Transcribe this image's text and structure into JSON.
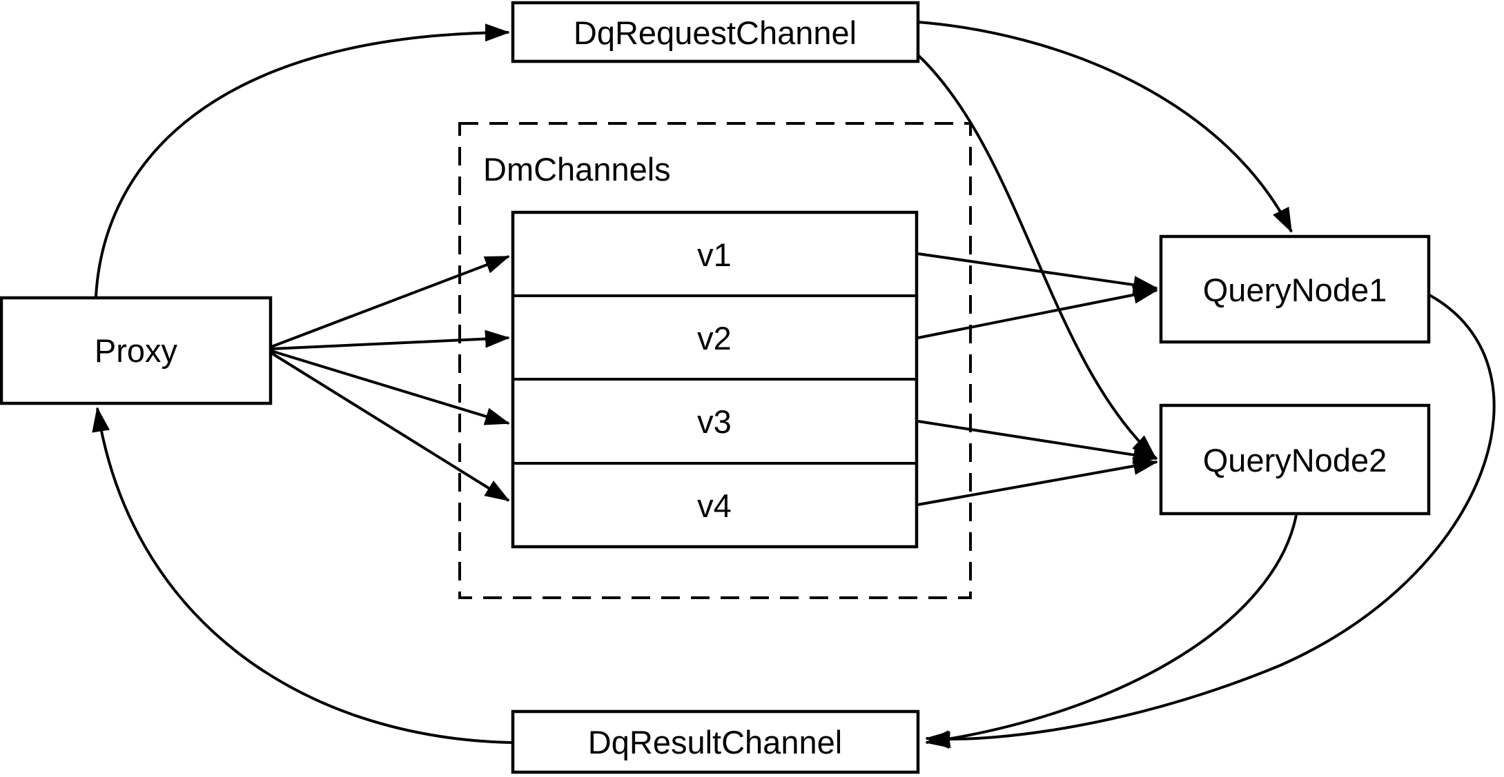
{
  "diagram": {
    "title": "query-channel-architecture",
    "colors": {
      "stroke": "#000000",
      "background": "#ffffff"
    },
    "nodes": {
      "proxy": {
        "label": "Proxy"
      },
      "dq_request_channel": {
        "label": "DqRequestChannel"
      },
      "dm_channels": {
        "label": "DmChannels",
        "channels": [
          {
            "label": "v1"
          },
          {
            "label": "v2"
          },
          {
            "label": "v3"
          },
          {
            "label": "v4"
          }
        ]
      },
      "query_node1": {
        "label": "QueryNode1"
      },
      "query_node2": {
        "label": "QueryNode2"
      },
      "dq_result_channel": {
        "label": "DqResultChannel"
      }
    },
    "edges": [
      {
        "from": "proxy",
        "to": "dq_request_channel"
      },
      {
        "from": "dq_request_channel",
        "to": "query_node1"
      },
      {
        "from": "dq_request_channel",
        "to": "query_node2"
      },
      {
        "from": "proxy",
        "to": "v1"
      },
      {
        "from": "proxy",
        "to": "v2"
      },
      {
        "from": "proxy",
        "to": "v3"
      },
      {
        "from": "proxy",
        "to": "v4"
      },
      {
        "from": "v1",
        "to": "query_node1"
      },
      {
        "from": "v2",
        "to": "query_node1"
      },
      {
        "from": "v3",
        "to": "query_node2"
      },
      {
        "from": "v4",
        "to": "query_node2"
      },
      {
        "from": "query_node1",
        "to": "dq_result_channel"
      },
      {
        "from": "query_node2",
        "to": "dq_result_channel"
      },
      {
        "from": "dq_result_channel",
        "to": "proxy"
      }
    ]
  }
}
